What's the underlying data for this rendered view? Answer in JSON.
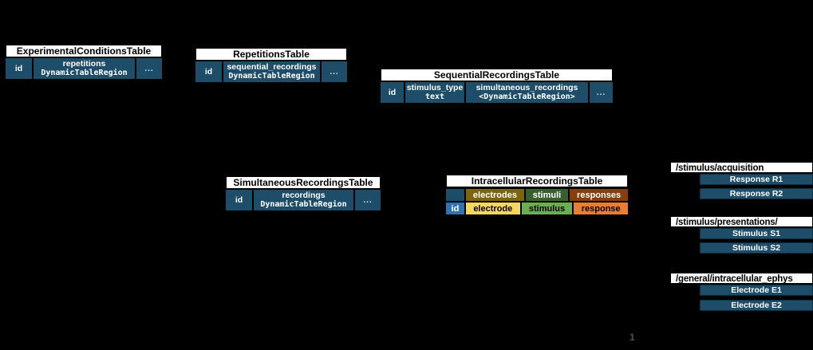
{
  "page": {
    "number": "1",
    "background": "#000000"
  },
  "palette": {
    "table_blue": "#1D4D68",
    "header_bg": "#FFFFFF",
    "id_bright_blue": "#2E74B5",
    "electrodes_dark": "#7D650F",
    "stimuli_dark": "#3A5F2E",
    "responses_dark": "#853E0C",
    "electrode_light": "#F5D75F",
    "stimulus_light": "#6AAE4E",
    "response_light": "#EB7D31"
  },
  "tables": {
    "experimental_conditions": {
      "title": "ExperimentalConditionsTable",
      "id_col": "id",
      "col": {
        "label": "repetitions",
        "type": "DynamicTableRegion"
      },
      "more": "..."
    },
    "repetitions": {
      "title": "RepetitionsTable",
      "id_col": "id",
      "col": {
        "label": "sequential_recordings",
        "type": "DynamicTableRegion"
      },
      "more": "..."
    },
    "sequential_recordings": {
      "title": "SequentialRecordingsTable",
      "id_col": "id",
      "col1": {
        "label": "stimulus_type",
        "type": "text"
      },
      "col2": {
        "label": "simultaneous_recordings",
        "type": "<DynamicTableRegion>"
      },
      "more": "..."
    },
    "simultaneous_recordings": {
      "title": "SimultaneousRecordingsTable",
      "id_col": "id",
      "col": {
        "label": "recordings",
        "type": "DynamicTableRegion"
      },
      "more": "..."
    },
    "intracellular_recordings": {
      "title": "IntracellularRecordingsTable",
      "id_col": "id",
      "categories": {
        "electrodes": "electrodes",
        "stimuli": "stimuli",
        "responses": "responses"
      },
      "columns": {
        "electrode": "electrode",
        "stimulus": "stimulus",
        "response": "response"
      }
    }
  },
  "groups": [
    {
      "path": "/stimulus/acquisition",
      "items": [
        "Response R1",
        "Response R2"
      ]
    },
    {
      "path": "/stimulus/presentations/",
      "items": [
        "Stimulus S1",
        "Stimulus S2"
      ]
    },
    {
      "path": "/general/intracellular_ephys",
      "items": [
        "Electrode E1",
        "Electrode E2"
      ]
    }
  ]
}
